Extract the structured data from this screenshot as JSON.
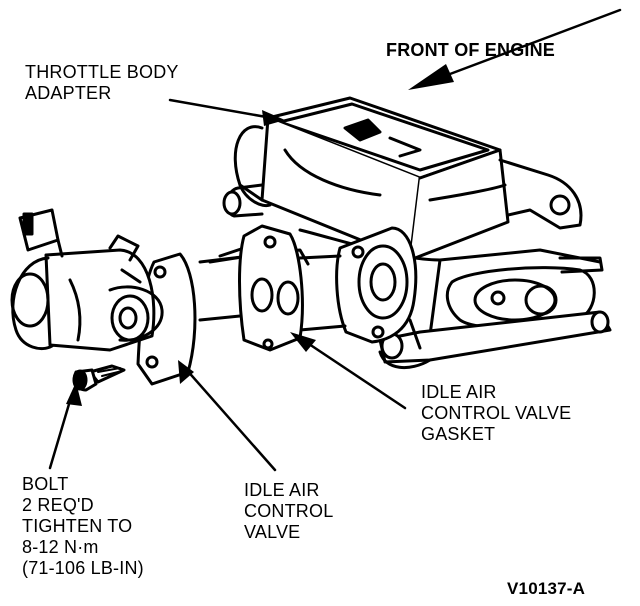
{
  "labels": {
    "front_of_engine": "FRONT OF ENGINE",
    "throttle_body_adapter": [
      "THROTTLE BODY",
      "ADAPTER"
    ],
    "iac_valve_gasket": [
      "IDLE AIR",
      "CONTROL VALVE",
      "GASKET"
    ],
    "iac_valve": [
      "IDLE AIR",
      "CONTROL",
      "VALVE"
    ],
    "bolt": [
      "BOLT",
      "2 REQ'D",
      "TIGHTEN TO",
      "8-12 N·m",
      "(71-106 LB-IN)"
    ],
    "figure_id": "V10137-A"
  },
  "colors": {
    "ink": "#000000",
    "paper": "#ffffff"
  }
}
